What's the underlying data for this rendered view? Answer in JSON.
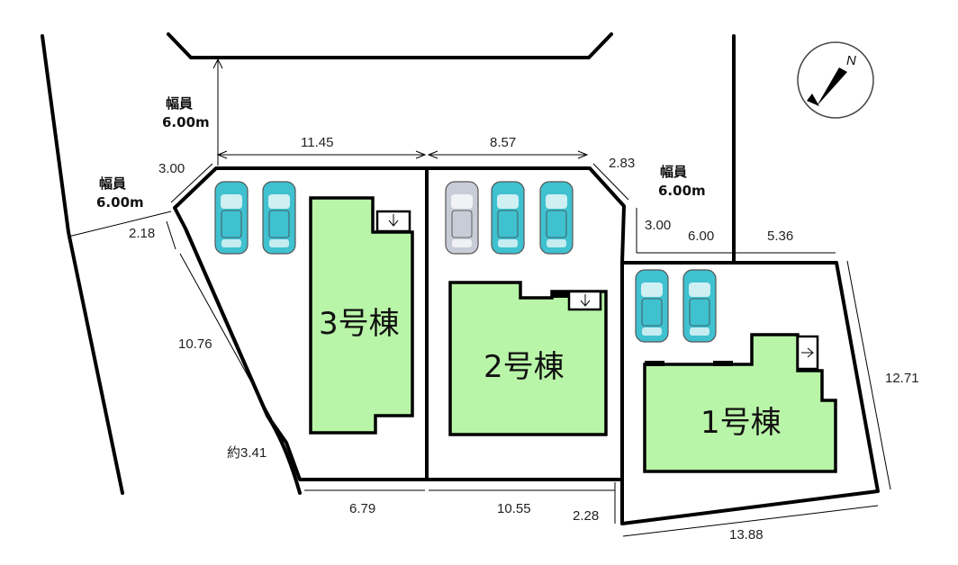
{
  "buildings": [
    {
      "label": "3号棟"
    },
    {
      "label": "2号棟"
    },
    {
      "label": "1号棟"
    }
  ],
  "roads": {
    "north": {
      "label": "幅員",
      "width": "6.00m"
    },
    "west": {
      "label": "幅員",
      "width": "6.00m"
    },
    "east": {
      "label": "幅員",
      "width": "6.00m"
    }
  },
  "dimensions": {
    "north_lot3": "11.45",
    "north_lot2": "8.57",
    "corner_nw": "3.00",
    "corner_ne": "2.83",
    "west_upper": "2.18",
    "west_side": "10.76",
    "west_curve": "約3.41",
    "south_lot3": "6.79",
    "south_lot2": "10.55",
    "south_step": "2.28",
    "lot1_step": "3.00",
    "lot1_top_left": "6.00",
    "lot1_top_right": "5.36",
    "lot1_east": "12.71",
    "lot1_south": "13.88"
  },
  "compass": {
    "label": "N"
  },
  "car_colors": {
    "teal": "#3fc1d0",
    "gray": "#c8ccd6"
  },
  "building_color": "#b9f5a8"
}
